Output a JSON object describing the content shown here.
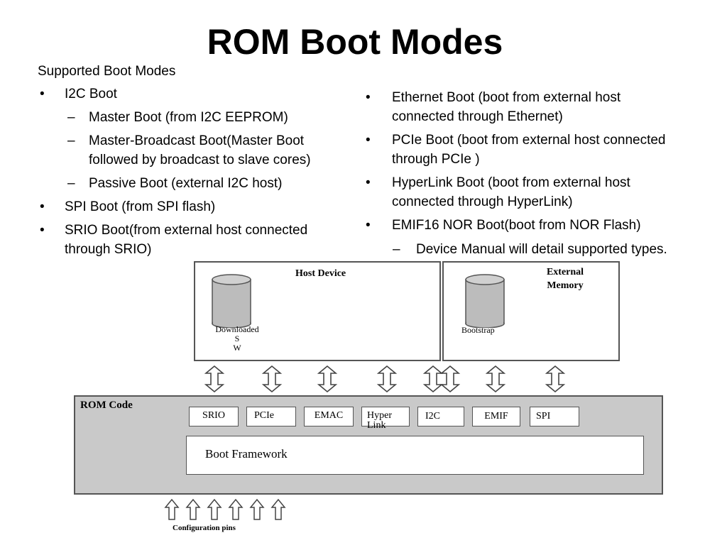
{
  "title": "ROM Boot Modes",
  "left": {
    "heading": "Supported Boot Modes",
    "bullet_symbol": "•",
    "dash_symbol": "–",
    "i2c": "I2C Boot",
    "master": "Master Boot (from I2C EEPROM)",
    "mb_line1": "Master-Broadcast Boot(Master Boot",
    "mb_line2": "followed by broadcast to slave cores)",
    "passive": "Passive Boot (external I2C host)",
    "spi": "SPI Boot (from SPI flash)",
    "srio_line1": "SRIO Boot(from external host connected",
    "srio_line2": "through SRIO)"
  },
  "right": {
    "eth_line1": "Ethernet Boot (boot from external host",
    "eth_line2": "connected through Ethernet)",
    "pcie_line1": "PCIe Boot (boot from external host connected",
    "pcie_line2": "through PCIe )",
    "hl_line1": "HyperLink Boot (boot from external host",
    "hl_line2": "connected through HyperLink)",
    "emif_line1": "EMIF16 NOR Boot(boot from NOR Flash)",
    "manual": "Device Manual will detail supported types."
  },
  "diagram": {
    "host_title": "Host Device",
    "host_db_line1": "Downloaded",
    "host_db_line2": "S",
    "host_db_line3": "W",
    "ext_title_line1": "External",
    "ext_title_line2": "Memory",
    "ext_db_label": "Bootstrap",
    "rom_title": "ROM Code",
    "modules": {
      "srio": "SRIO",
      "pcie": "PCIe",
      "emac": "EMAC",
      "hyper_line1": "Hyper",
      "hyper_line2": "Link",
      "i2c": "I2C",
      "emif": "EMIF",
      "spi": "SPI"
    },
    "framework": "Boot Framework",
    "config_label": "Configuration pins"
  }
}
